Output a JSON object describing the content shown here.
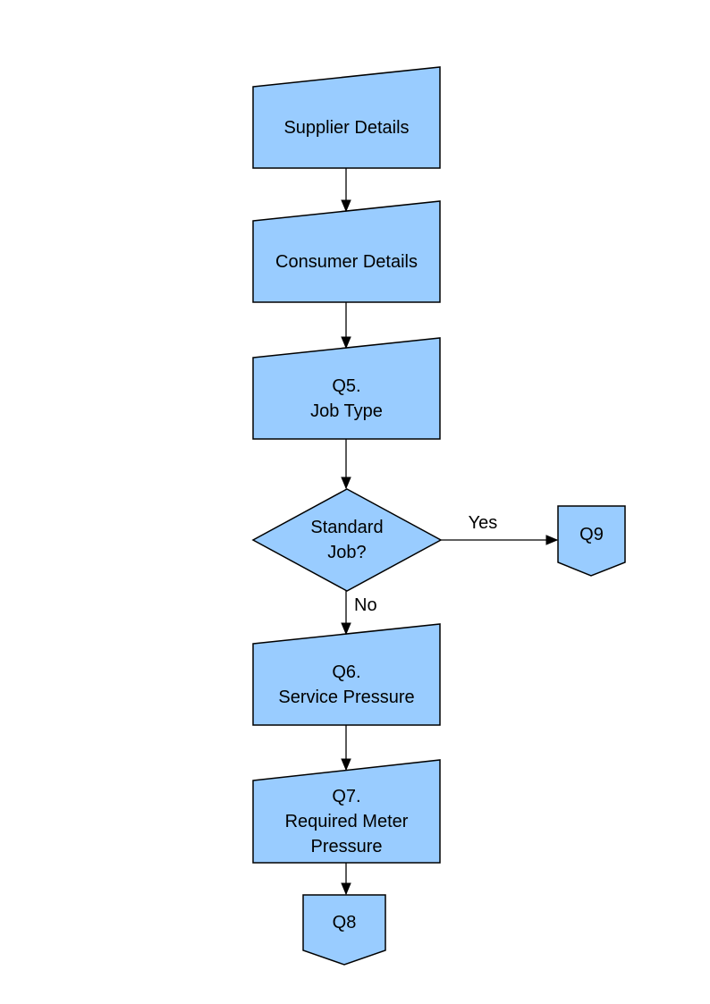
{
  "page": {
    "background_color": "#ffffff"
  },
  "flowchart": {
    "node_fill": "#99CCFF",
    "node_border_color": "#000000",
    "edge_color": "#000000",
    "text_color": "#000000",
    "nodes": [
      {
        "id": "supplier",
        "type": "manual-input",
        "label": "Supplier Details"
      },
      {
        "id": "consumer",
        "type": "manual-input",
        "label": "Consumer Details"
      },
      {
        "id": "q5",
        "type": "manual-input",
        "label": "Q5.\nJob Type"
      },
      {
        "id": "decision",
        "type": "decision",
        "label": "Standard\nJob?"
      },
      {
        "id": "q9",
        "type": "off-page-connector",
        "label": "Q9"
      },
      {
        "id": "q6",
        "type": "manual-input",
        "label": "Q6.\nService Pressure"
      },
      {
        "id": "q7",
        "type": "manual-input",
        "label": "Q7.\nRequired Meter\nPressure"
      },
      {
        "id": "q8",
        "type": "off-page-connector",
        "label": "Q8"
      }
    ],
    "edges": [
      {
        "from": "supplier",
        "to": "consumer",
        "label": ""
      },
      {
        "from": "consumer",
        "to": "q5",
        "label": ""
      },
      {
        "from": "q5",
        "to": "decision",
        "label": ""
      },
      {
        "from": "decision",
        "to": "q9",
        "label": "Yes"
      },
      {
        "from": "decision",
        "to": "q6",
        "label": "No"
      },
      {
        "from": "q6",
        "to": "q7",
        "label": ""
      },
      {
        "from": "q7",
        "to": "q8",
        "label": ""
      }
    ]
  }
}
